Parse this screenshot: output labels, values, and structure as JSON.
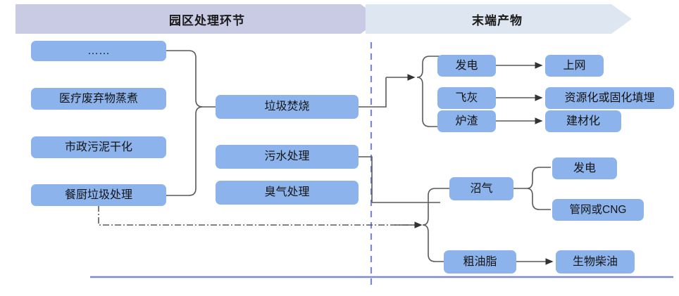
{
  "headers": {
    "left": {
      "label": "园区处理环节",
      "color": "#C9CAE3"
    },
    "right": {
      "label": "末端产物",
      "color": "#DDE6F1"
    }
  },
  "palette": {
    "node_fill": "#8CB3EC",
    "connector": "#595959",
    "divider": "#7B87D4",
    "baseline": "#8089CE"
  },
  "columns": {
    "inputs": {
      "title": "园区处理环节",
      "items": [
        {
          "label": "……"
        },
        {
          "label": "医疗废弃物蒸煮"
        },
        {
          "label": "市政污泥干化"
        },
        {
          "label": "餐厨垃圾处理"
        }
      ]
    },
    "processes": {
      "items": [
        {
          "label": "垃圾焚烧"
        },
        {
          "label": "污水处理"
        },
        {
          "label": "臭气处理"
        }
      ]
    },
    "incineration_outputs": {
      "items": [
        {
          "label": "发电"
        },
        {
          "label": "飞灰"
        },
        {
          "label": "炉渣"
        }
      ]
    },
    "incineration_destinations": {
      "items": [
        {
          "label": "上网"
        },
        {
          "label": "资源化或固化填埋"
        },
        {
          "label": "建材化"
        }
      ]
    },
    "organic_outputs": {
      "items": [
        {
          "label": "沼气"
        },
        {
          "label": "粗油脂"
        }
      ]
    },
    "biogas_uses": {
      "items": [
        {
          "label": "发电"
        },
        {
          "label": "管网或CNG"
        }
      ]
    },
    "oil_destination": {
      "items": [
        {
          "label": "生物柴油"
        }
      ]
    }
  }
}
